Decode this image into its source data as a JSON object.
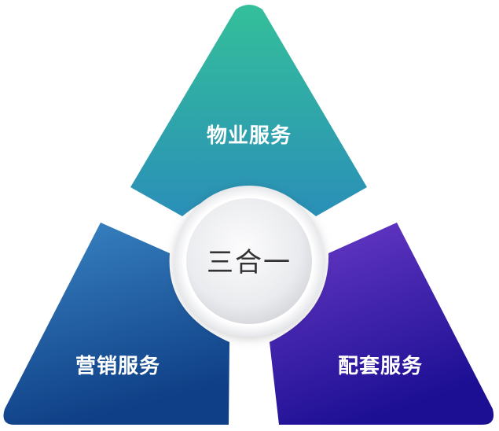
{
  "center": {
    "label": "三合一"
  },
  "segments": [
    {
      "label": "物业服务",
      "colors": [
        "#34bf9a",
        "#2a8fb8"
      ]
    },
    {
      "label": "营销服务",
      "colors": [
        "#3a86c4",
        "#0f3f86"
      ]
    },
    {
      "label": "配套服务",
      "colors": [
        "#6b3bc8",
        "#1c0f93"
      ]
    }
  ]
}
